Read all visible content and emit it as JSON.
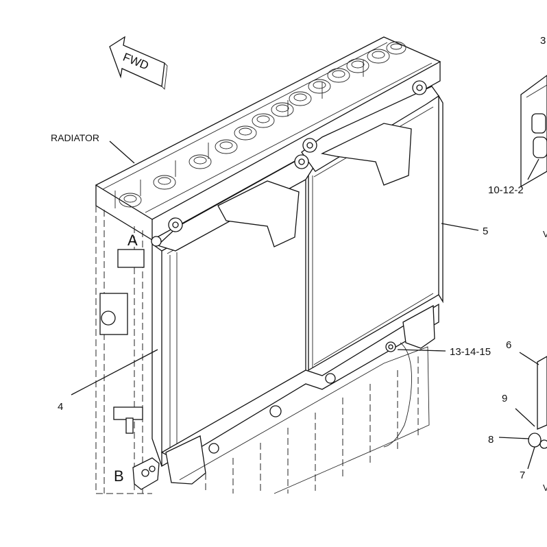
{
  "diagram": {
    "fwd_label": "FWD",
    "callouts": {
      "radiator": "RADIATOR",
      "a": "A",
      "b": "B",
      "c3": "3",
      "c4": "4",
      "c5": "5",
      "c6": "6",
      "c7": "7",
      "c8": "8",
      "c9": "9",
      "c10_12_2": "10-12-2",
      "c13_14_15": "13-14-15",
      "cut_v1": "V",
      "cut_v2": "V"
    }
  }
}
